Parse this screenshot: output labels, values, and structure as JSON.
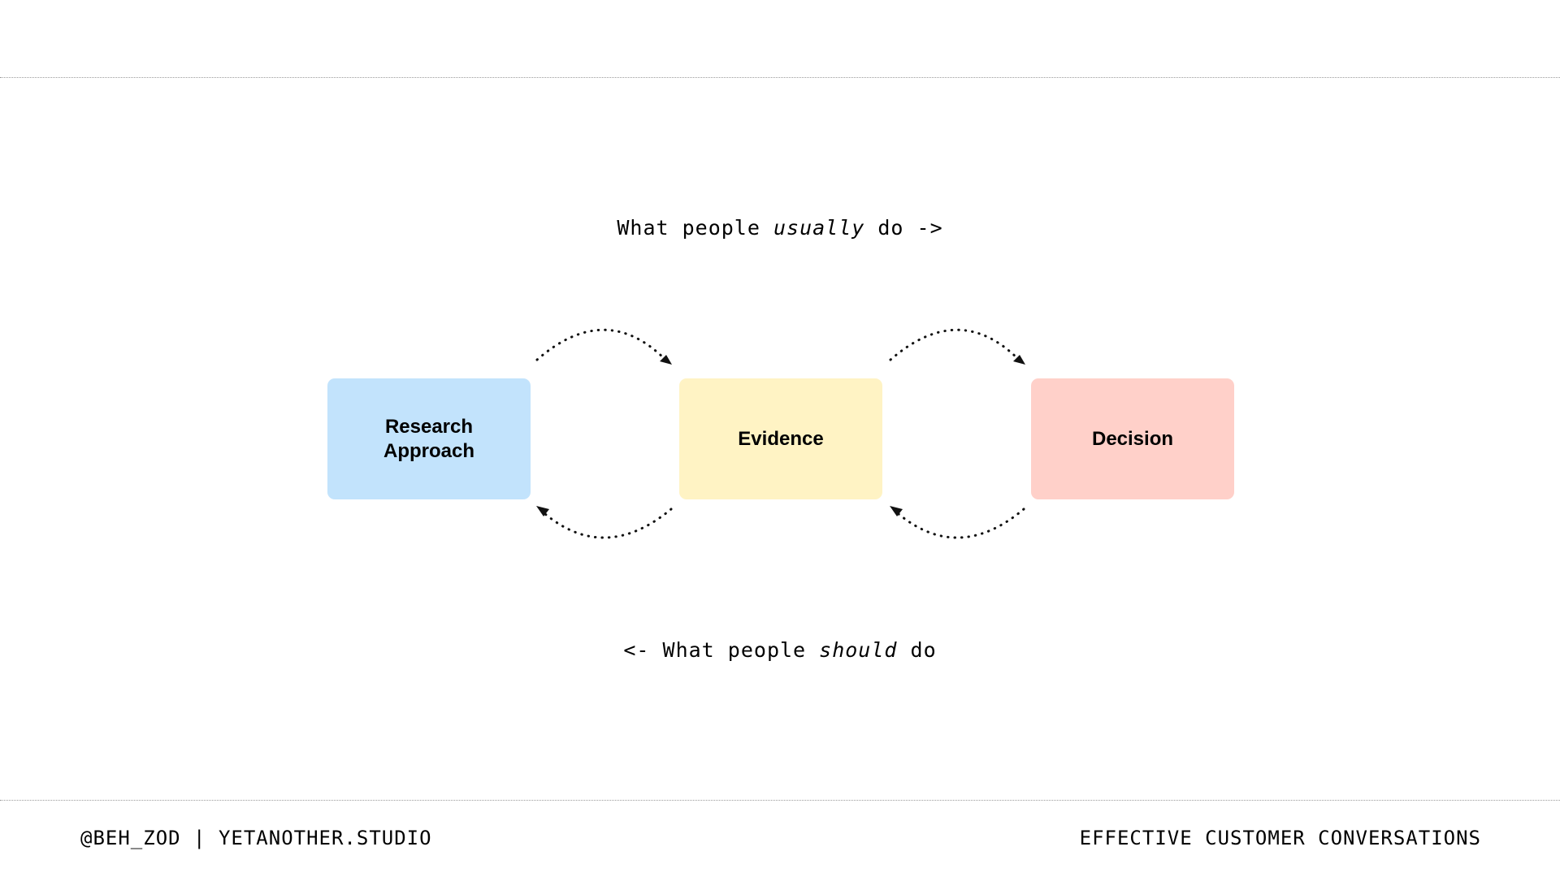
{
  "caption_top": {
    "before": "What people ",
    "emphasis": "usually",
    "after": " do ->"
  },
  "caption_bottom": {
    "before": "<- What people ",
    "emphasis": "should",
    "after": " do"
  },
  "nodes": [
    {
      "line1": "Research",
      "line2": "Approach",
      "color": "#c2e3fc"
    },
    {
      "line1": "Evidence",
      "color": "#fff3c4"
    },
    {
      "line1": "Decision",
      "color": "#ffd0c9"
    }
  ],
  "footer": {
    "left": "@BEH_ZOD | YETANOTHER.STUDIO",
    "right": "EFFECTIVE CUSTOMER CONVERSATIONS"
  }
}
